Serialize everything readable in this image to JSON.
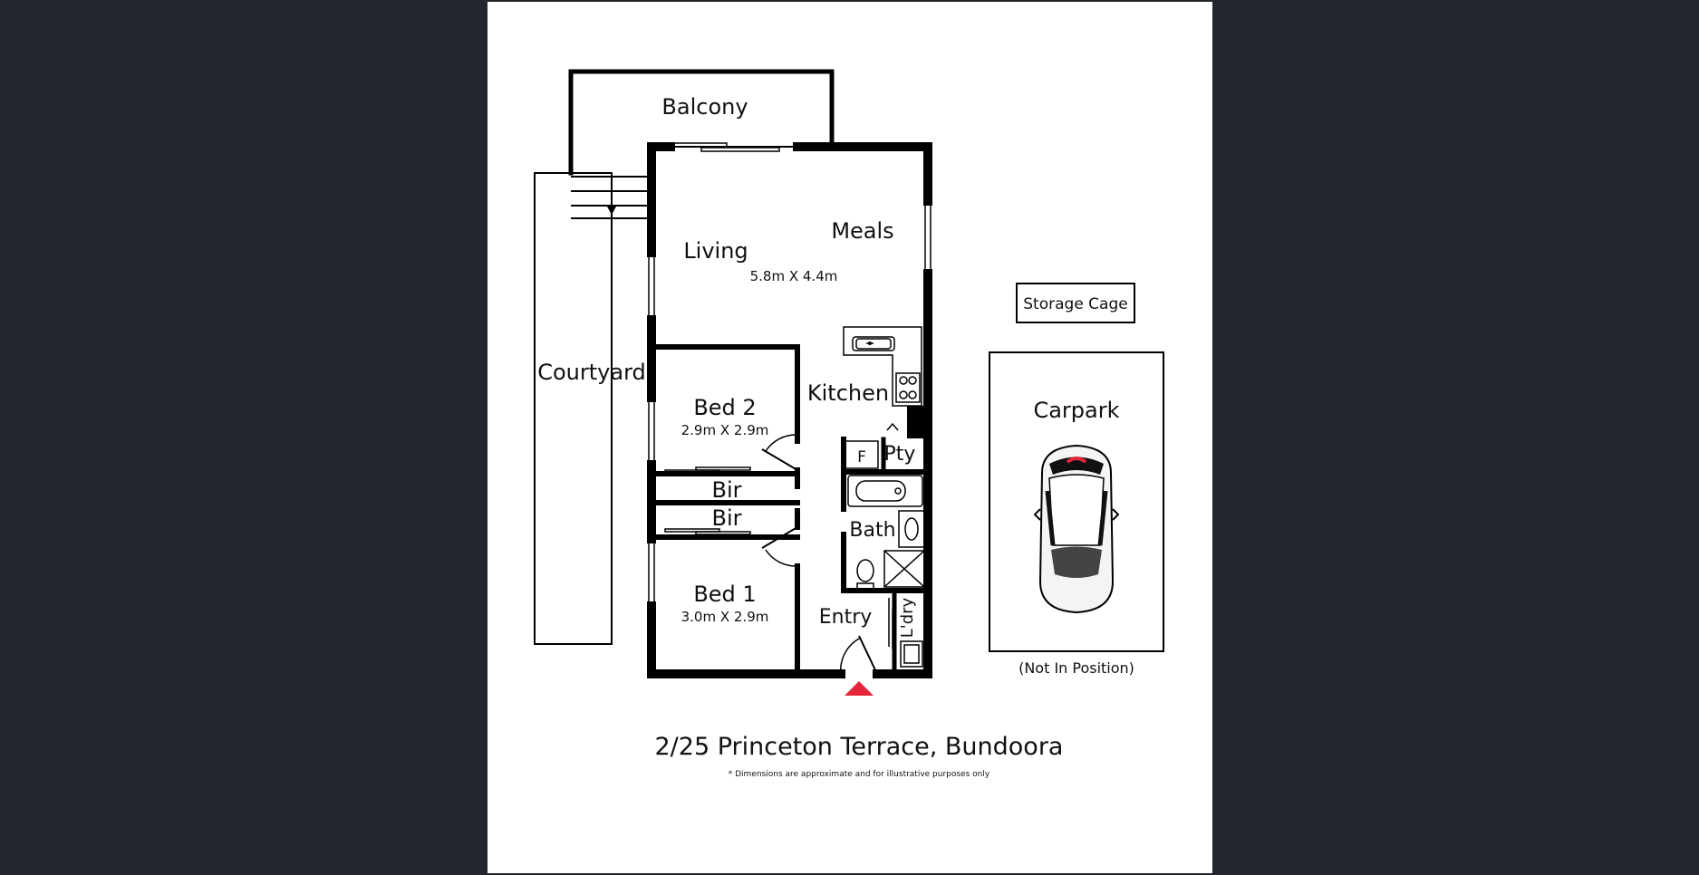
{
  "rooms": {
    "balcony": "Balcony",
    "living": "Living",
    "meals": "Meals",
    "living_dims": "5.8m X 4.4m",
    "courtyard": "Courtyard",
    "kitchen": "Kitchen",
    "bed2": "Bed 2",
    "bed2_dims": "2.9m X 2.9m",
    "bir_upper": "Bir",
    "bir_lower": "Bir",
    "bed1": "Bed 1",
    "bed1_dims": "3.0m X 2.9m",
    "fridge": "F",
    "pantry": "Pty",
    "bath": "Bath",
    "entry": "Entry",
    "laundry": "L'dry"
  },
  "storage_cage": "Storage Cage",
  "carpark": "Carpark",
  "carpark_note": "(Not In Position)",
  "address": "2/25 Princeton Terrace, Bundoora",
  "disclaimer": "* Dimensions are approximate and for illustrative purposes only",
  "colors": {
    "page_background": "#21272d",
    "plan_background": "#ffffff",
    "entry_marker": "#e3263a"
  },
  "icons": [
    "car-icon",
    "entry-arrow-icon",
    "stairs-arrow-icon",
    "sink-icon",
    "cooktop-icon",
    "bathtub-icon",
    "toilet-icon",
    "shower-icon",
    "basin-icon"
  ]
}
